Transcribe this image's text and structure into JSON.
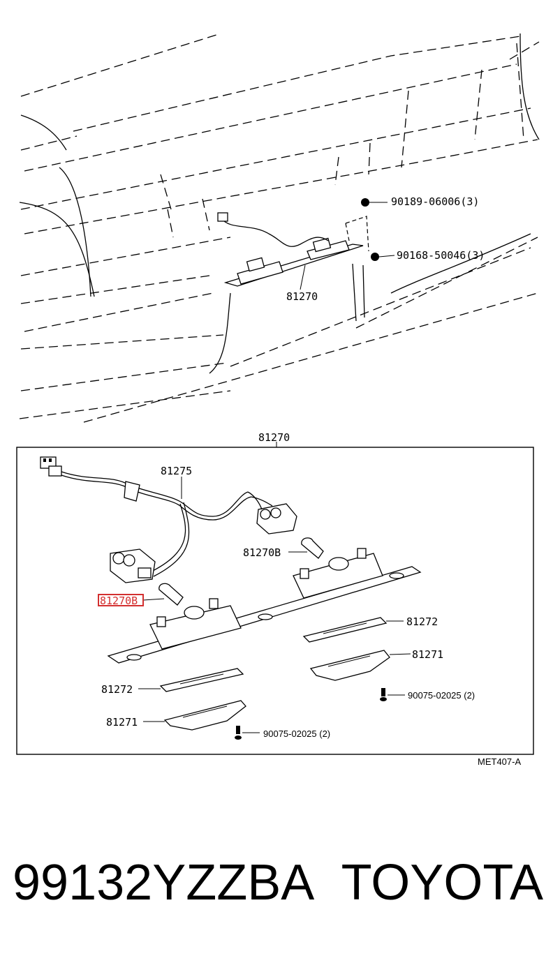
{
  "labels": {
    "nut": "90189-06006(3)",
    "screw_top": "90168-50046(3)",
    "assy_top": "81270",
    "assy_box": "81270",
    "wire": "81275",
    "bulb_a": "81270B",
    "bulb_b": "81270B",
    "gasket_right": "81272",
    "lens_right": "81271",
    "gasket_left": "81272",
    "lens_left": "81271",
    "screw_right": "90075-02025 (2)",
    "screw_left": "90075-02025 (2)",
    "figure_code": "MET407-A"
  },
  "footer": {
    "part_number": "99132YZZBA",
    "brand": "TOYOTA"
  },
  "highlight_color": "#d32f2f"
}
